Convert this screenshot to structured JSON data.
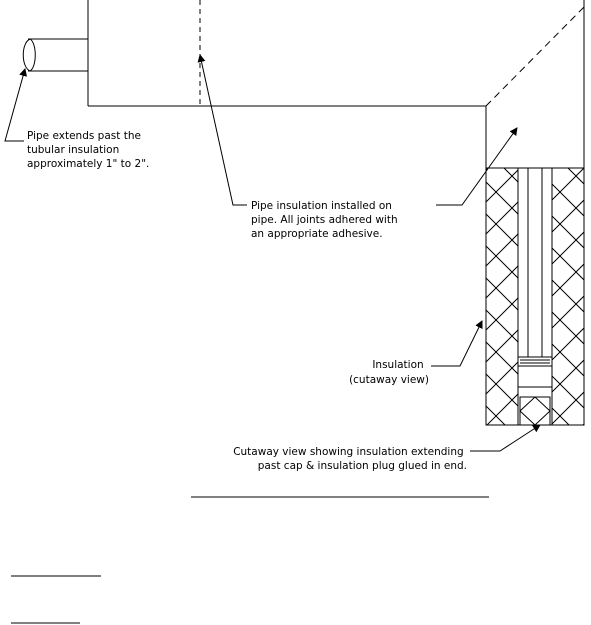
{
  "labels": {
    "pipe_extends": [
      "Pipe extends past the",
      "tubular insulation",
      "approximately 1\" to 2\"."
    ],
    "pipe_insulation": [
      "Pipe insulation installed on",
      "pipe. All joints adhered with",
      "an appropriate adhesive."
    ],
    "insulation_cutaway": [
      "Insulation",
      "(cutaway view)"
    ],
    "cutaway_cap": [
      "Cutaway view showing insulation extending",
      "past cap & insulation plug glued in end."
    ]
  }
}
